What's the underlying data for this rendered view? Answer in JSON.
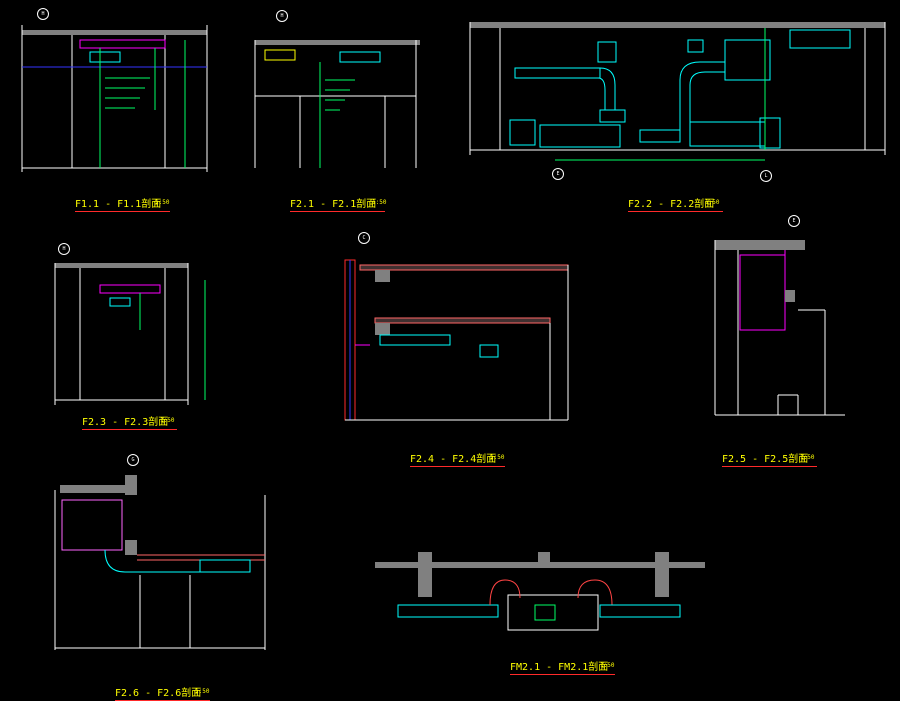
{
  "sections": [
    {
      "id": "f11",
      "title": "F1.1 - F1.1剖面",
      "scale": "1:50",
      "grid": "H"
    },
    {
      "id": "f21",
      "title": "F2.1 - F2.1剖面",
      "scale": "1:50",
      "grid": "H"
    },
    {
      "id": "f22",
      "title": "F2.2 - F2.2剖面",
      "scale": "1:50",
      "grid_left": "E",
      "grid_right": "L"
    },
    {
      "id": "f23",
      "title": "F2.3 - F2.3剖面",
      "scale": "1:50",
      "grid": "H"
    },
    {
      "id": "f24",
      "title": "F2.4 - F2.4剖面",
      "scale": "1:50",
      "grid": "C"
    },
    {
      "id": "f25",
      "title": "F2.5 - F2.5剖面",
      "scale": "1:50",
      "grid": "E"
    },
    {
      "id": "f26",
      "title": "F2.6 - F2.6剖面",
      "scale": "1:50",
      "grid": "G"
    },
    {
      "id": "fm21",
      "title": "FM2.1 - FM2.1剖面",
      "scale": "1:50"
    }
  ],
  "colors": {
    "background": "#000000",
    "wall": "#ffffff",
    "duct": "#00ffff",
    "dimension": "#00ff66",
    "beam": "#808080",
    "title": "#ffff00",
    "underline": "#ff2a2a",
    "pipe": "#ff00ff",
    "ceiling": "#0000ff"
  }
}
